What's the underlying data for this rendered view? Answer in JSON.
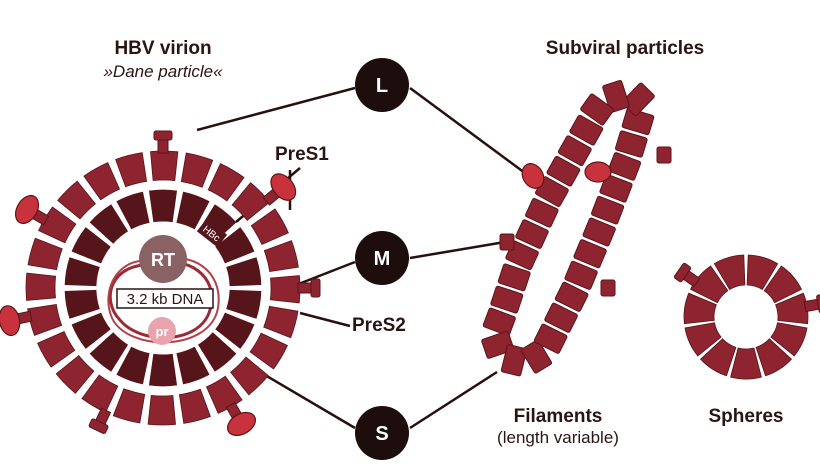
{
  "virion": {
    "title": "HBV virion",
    "subtitle": "»Dane particle«",
    "rt_label": "RT",
    "dna_label": "3.2 kb DNA",
    "pr_label": "pr",
    "hbc_label": "HBc",
    "pres1_label": "PreS1",
    "pres2_label": "PreS2"
  },
  "proteins": [
    {
      "label": "L"
    },
    {
      "label": "M"
    },
    {
      "label": "S"
    }
  ],
  "subviral": {
    "title": "Subviral particles",
    "filaments_label": "Filaments",
    "filaments_note": "(length variable)",
    "spheres_label": "Spheres"
  },
  "colors": {
    "envelope_fill": "#8e2430",
    "envelope_dark": "#5c1418",
    "capsid_fill": "#55151a",
    "pres1_fill": "#c8323c",
    "rt_fill": "#8a6266",
    "pr_fill": "#e9a3ad",
    "node_fill": "#1d0d0d",
    "line": "#2a0f0f"
  }
}
